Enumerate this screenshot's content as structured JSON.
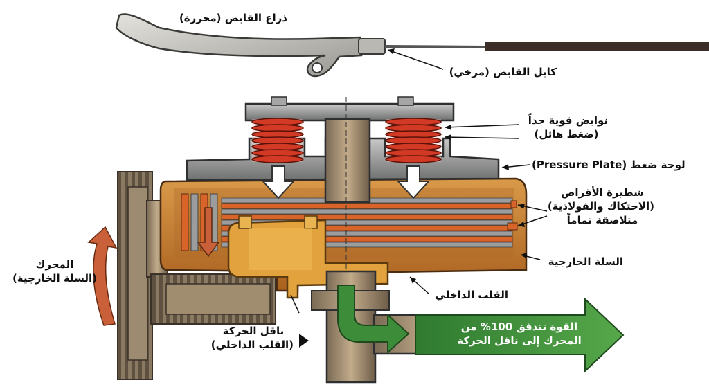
{
  "labels": {
    "lever": "ذراع القابض (محررة)",
    "cable": "كابل القابض (مرخي)",
    "springs_1": "نوابض قوية جداً",
    "springs_2": "(ضغط هائل)",
    "pressure_plate": "لوحة ضغط (Pressure Plate)",
    "discs_1": "شطيرة الأقراص",
    "discs_2": "(الاحتكاك والفولاذية)",
    "discs_3": "متلاصقة تماماً",
    "outer_basket": "السلة الخارجية",
    "inner_hub": "القلب الداخلي",
    "engine_1": "المحرك",
    "engine_2": "(السلة الخارجية)",
    "transmission_1": "ناقل الحركة",
    "transmission_2": "(القلب الداخلي)",
    "flow_1": "القوة تتدفق 100% من",
    "flow_2": "المحرك إلى ناقل الحركة"
  },
  "colors": {
    "spring": "#d23a26",
    "basket": "#c77e2e",
    "hub": "#e2a23d",
    "steel": "#8a8d90",
    "friction": "#d9642a",
    "gear": "#8a7a63",
    "flow_arrow": "#3d8c3a",
    "engine_arrow": "#c9603a"
  }
}
